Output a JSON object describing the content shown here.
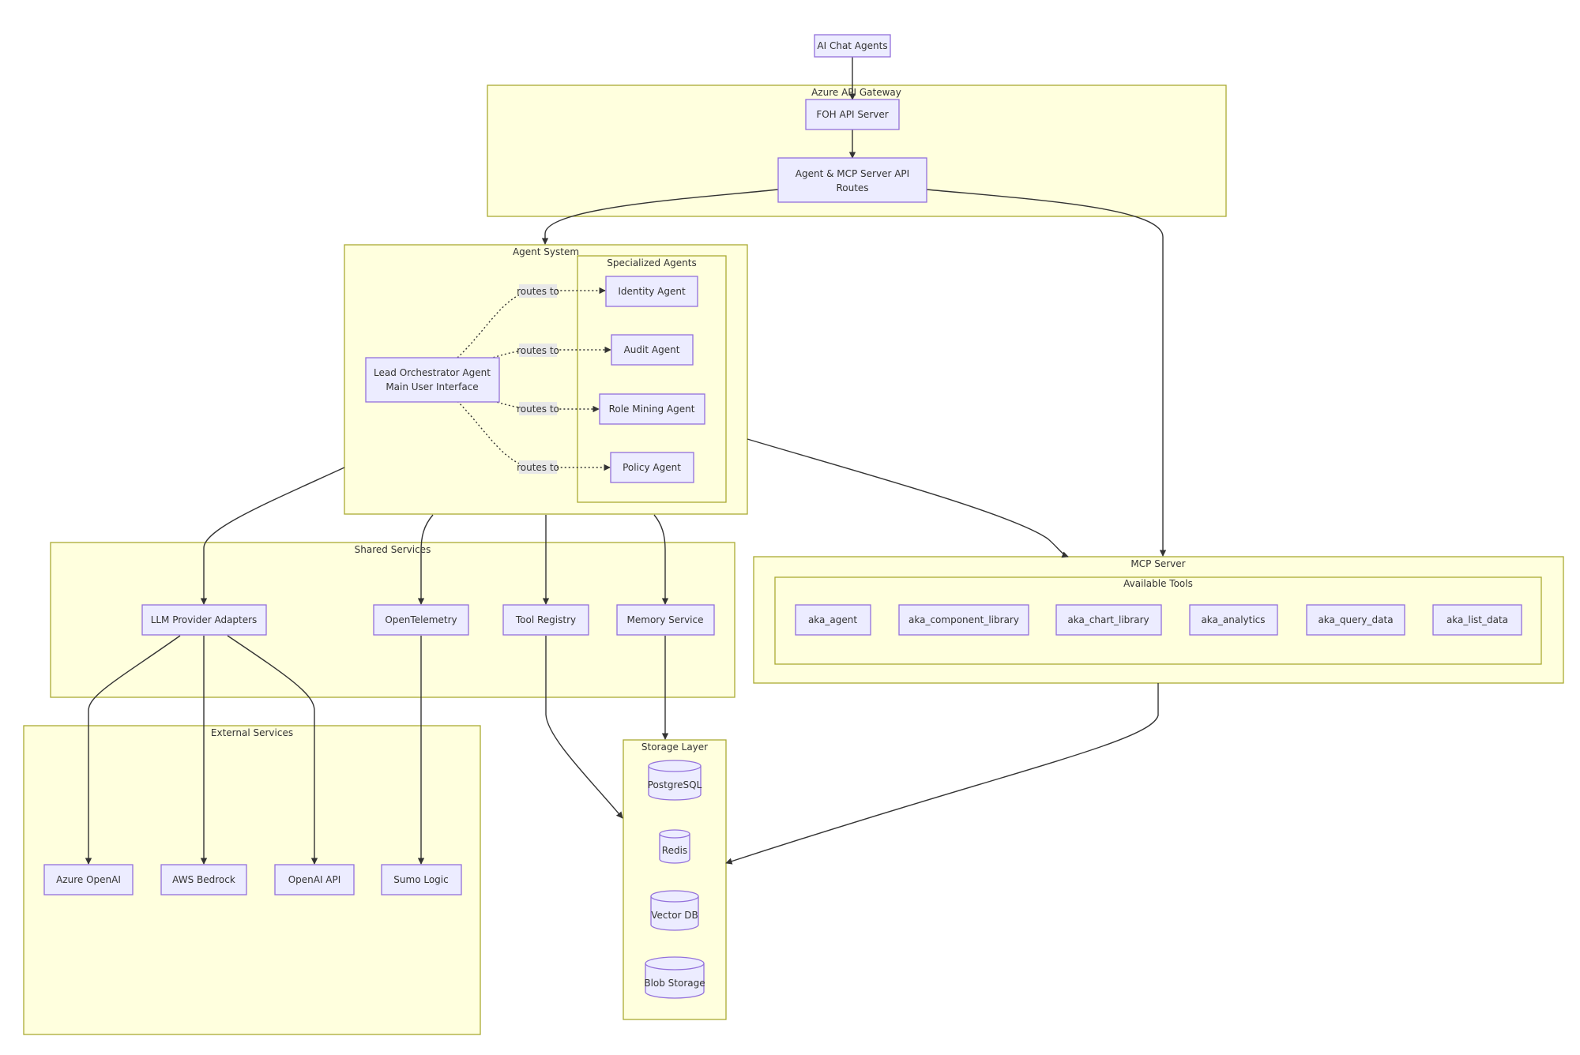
{
  "clusters": {
    "gateway": "Azure API Gateway",
    "agent_system": "Agent System",
    "specialized": "Specialized Agents",
    "shared": "Shared Services",
    "mcp": "MCP Server",
    "tools": "Available Tools",
    "external": "External Services",
    "storage": "Storage Layer"
  },
  "nodes": {
    "chat": "AI Chat Agents",
    "foh": "FOH API Server",
    "routes_line1": "Agent & MCP Server API",
    "routes_line2": "Routes",
    "lead_line1": "Lead Orchestrator Agent",
    "lead_line2": "Main User Interface",
    "identity": "Identity Agent",
    "audit": "Audit Agent",
    "role_mining": "Role Mining Agent",
    "policy": "Policy Agent",
    "llm": "LLM Provider Adapters",
    "otel": "OpenTelemetry",
    "tool_registry": "Tool Registry",
    "memory": "Memory Service",
    "aka_agent": "aka_agent",
    "aka_component_library": "aka_component_library",
    "aka_chart_library": "aka_chart_library",
    "aka_analytics": "aka_analytics",
    "aka_query_data": "aka_query_data",
    "aka_list_data": "aka_list_data",
    "azure_openai": "Azure OpenAI",
    "aws_bedrock": "AWS Bedrock",
    "openai_api": "OpenAI API",
    "sumo_logic": "Sumo Logic",
    "postgresql": "PostgreSQL",
    "redis": "Redis",
    "vector_db": "Vector DB",
    "blob_storage": "Blob Storage"
  },
  "edge_labels": {
    "routes_to": "routes to"
  }
}
